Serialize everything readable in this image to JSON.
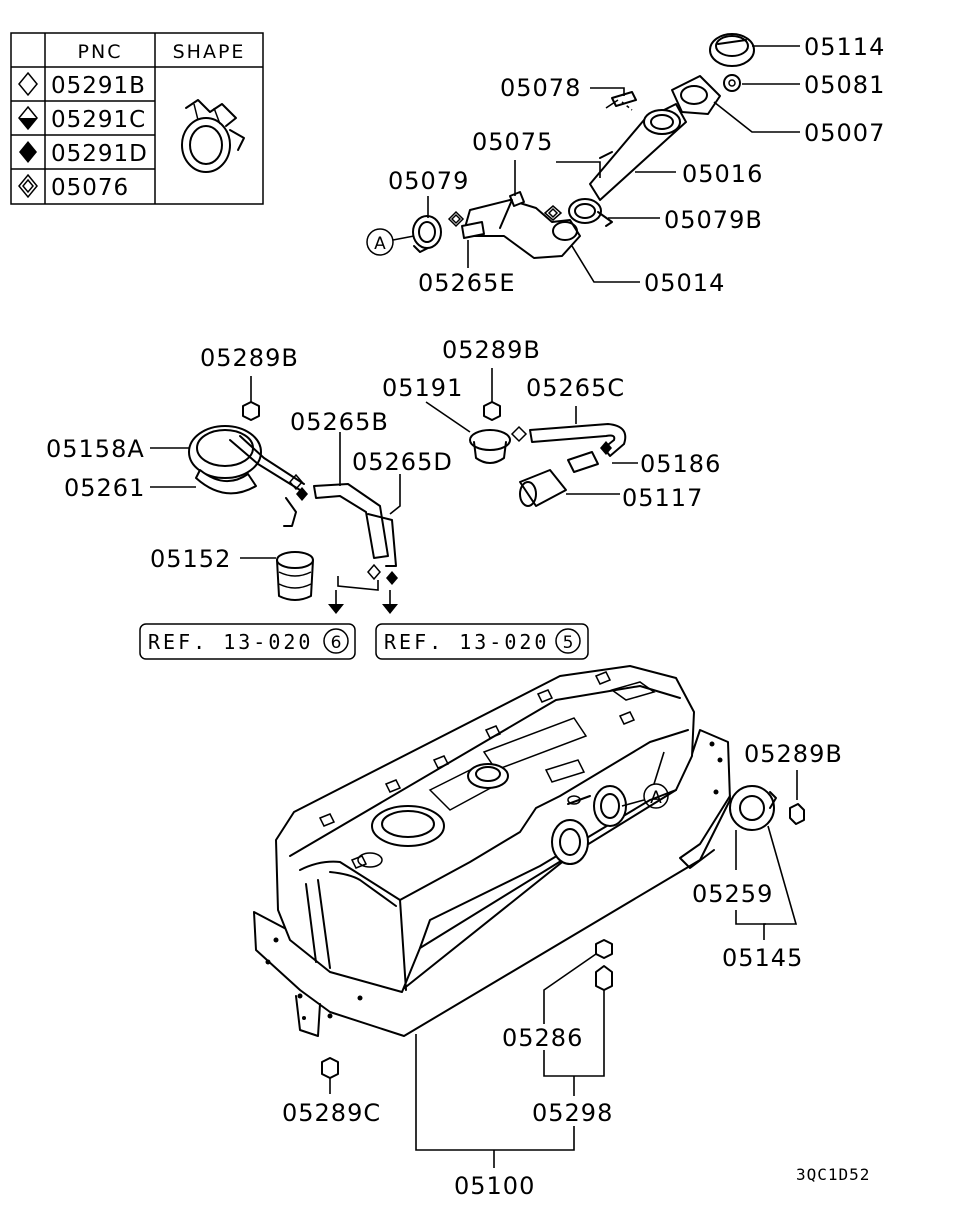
{
  "legend": {
    "headers": {
      "pnc": "PNC",
      "shape": "SHAPE"
    },
    "rows": [
      {
        "symbol": "diamond-outline-icon",
        "pnc": "05291B"
      },
      {
        "symbol": "diamond-half-icon",
        "pnc": "05291C"
      },
      {
        "symbol": "diamond-solid-icon",
        "pnc": "05291D"
      },
      {
        "symbol": "diamond-nested-icon",
        "pnc": "05076"
      }
    ]
  },
  "labels": {
    "p05114": "05114",
    "p05078": "05078",
    "p05081": "05081",
    "p05007": "05007",
    "p05075": "05075",
    "p05079": "05079",
    "p05016": "05016",
    "p05079b": "05079B",
    "p05265e": "05265E",
    "p05014": "05014",
    "p05289b_a": "05289B",
    "p05289b_b": "05289B",
    "p05191": "05191",
    "p05265c": "05265C",
    "p05265b": "05265B",
    "p05158a": "05158A",
    "p05265d": "05265D",
    "p05261": "05261",
    "p05186": "05186",
    "p05117": "05117",
    "p05152": "05152",
    "p05289b_c": "05289B",
    "p05259": "05259",
    "p05145": "05145",
    "p05286": "05286",
    "p05298": "05298",
    "p05289c": "05289C",
    "p05100": "05100"
  },
  "refs": {
    "left": {
      "text": "REF. 13-020",
      "circle": "6"
    },
    "right": {
      "text": "REF. 13-020",
      "circle": "5"
    }
  },
  "callouts": {
    "a1": "A",
    "a2": "A"
  },
  "diagram_code": "3QC1D52"
}
